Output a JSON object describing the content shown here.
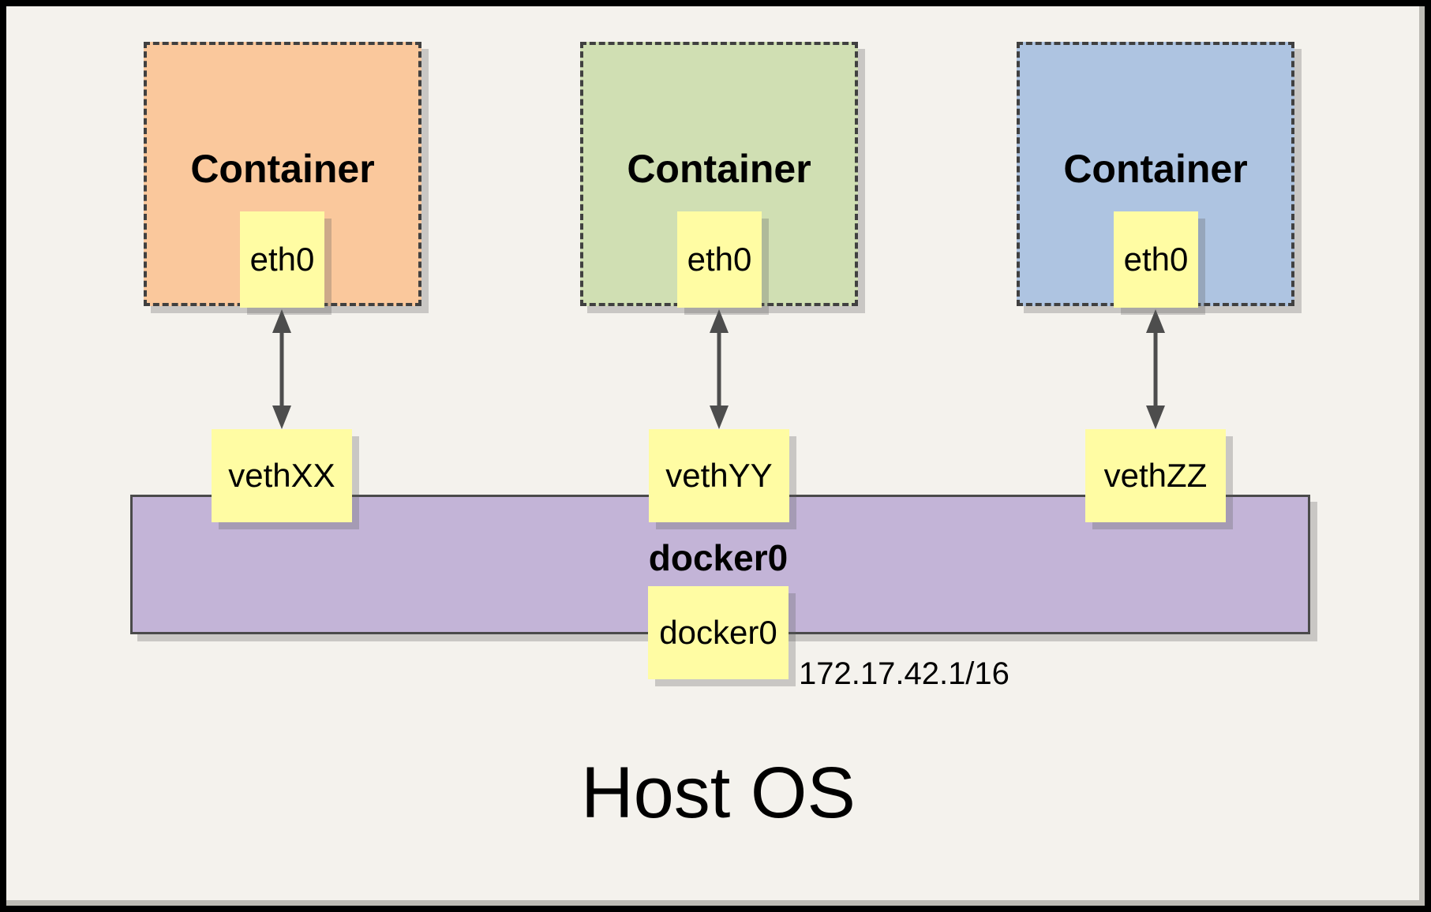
{
  "containers": [
    {
      "label": "Container",
      "interface_label": "eth0",
      "fill": "#FAC89C"
    },
    {
      "label": "Container",
      "interface_label": "eth0",
      "fill": "#D0DFB3"
    },
    {
      "label": "Container",
      "interface_label": "eth0",
      "fill": "#AEC4E1"
    }
  ],
  "veths": [
    {
      "label": "vethXX"
    },
    {
      "label": "vethYY"
    },
    {
      "label": "vethZZ"
    }
  ],
  "bridge": {
    "label": "docker0",
    "interface_label": "docker0",
    "ip_address": "172.17.42.1/16",
    "fill": "#C3B4D7"
  },
  "host": {
    "label": "Host OS"
  },
  "colors": {
    "page_background": "#F4F2ED",
    "note_yellow": "#FFFCA3",
    "dashed_border": "#404040",
    "arrow": "#4D4D4D",
    "frame_border": "#000000"
  }
}
